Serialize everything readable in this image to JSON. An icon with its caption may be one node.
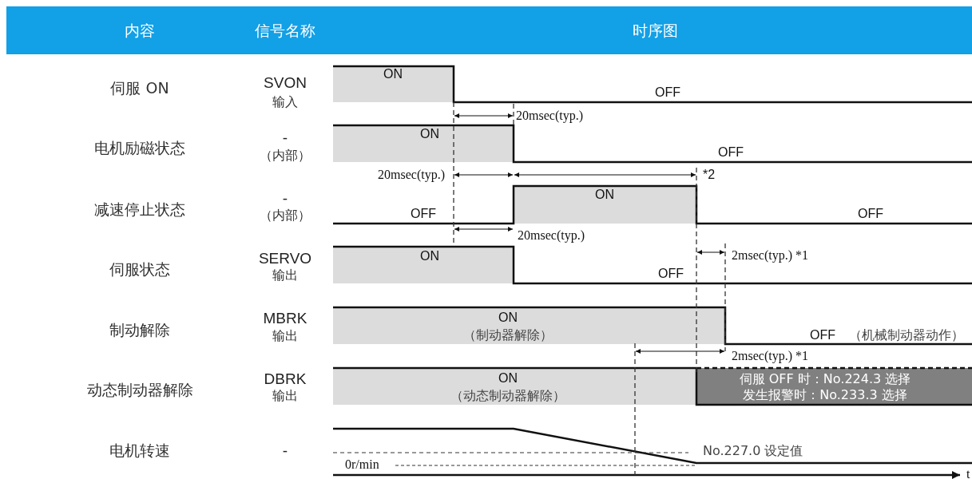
{
  "diagram": {
    "labels": [
      "内容",
      "信号名称",
      "时序图",
      "伺服 ON",
      "SVON",
      "输入",
      "ON",
      "OFF",
      "20msec(typ.)",
      "电机励磁状态",
      "-",
      "（内部）",
      "ON",
      "OFF",
      "20msec(typ.)",
      "*2",
      "减速停止状态",
      "-",
      "（内部）",
      "OFF",
      "ON",
      "OFF",
      "20msec(typ.)",
      "伺服状态",
      "SERVO",
      "输出",
      "ON",
      "2msec(typ.) *1",
      "OFF",
      "制动解除",
      "MBRK",
      "输出",
      "ON",
      "（制动器解除）",
      "OFF",
      "（机械制动器动作）",
      "2msec(typ.) *1",
      "动态制动器解除",
      "DBRK",
      "输出",
      "ON",
      "（动态制动器解除）",
      "伺服 OFF 时：No.224.3 选择",
      "发生报警时：No.233.3 选择",
      "电机转速",
      "-",
      "No.227.0 设定值",
      "0r/min",
      "t"
    ]
  }
}
